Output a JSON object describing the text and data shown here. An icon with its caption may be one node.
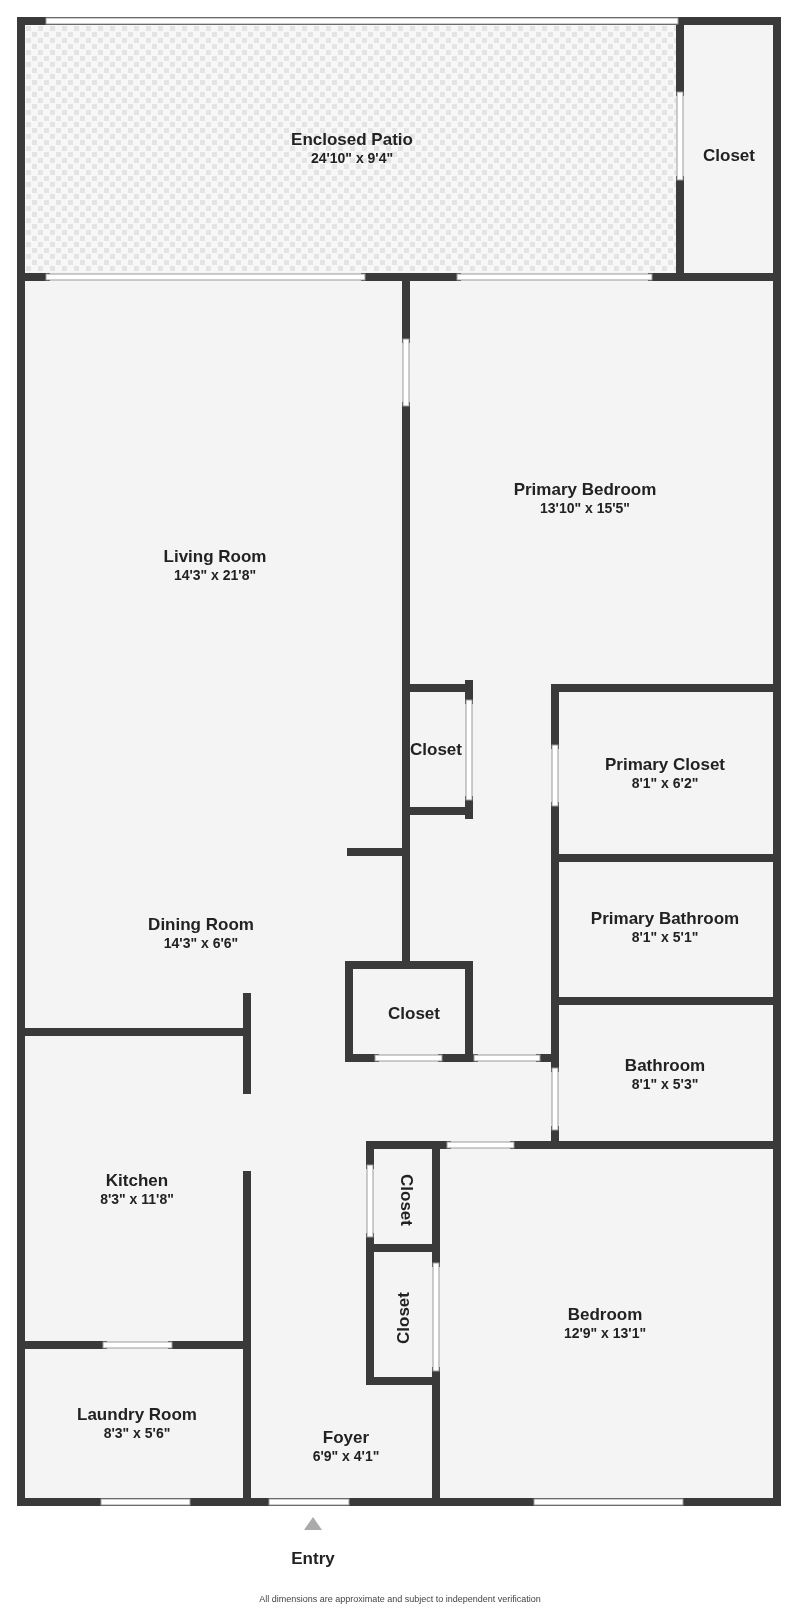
{
  "diagram": {
    "nodes": [
      {
        "text": [
          "Enclosed Patio",
          "24'10\" x 9'4\""
        ]
      },
      {
        "text": [
          "Closet"
        ]
      },
      {
        "text": [
          "Living Room",
          "14'3\" x 21'8\""
        ]
      },
      {
        "text": [
          "Primary Bedroom",
          "13'10\" x 15'5\""
        ]
      },
      {
        "text": [
          "Closet"
        ]
      },
      {
        "text": [
          "Primary Closet",
          "8'1\" x 6'2\""
        ]
      },
      {
        "text": [
          "Dining Room",
          "14'3\" x 6'6\""
        ]
      },
      {
        "text": [
          "Primary Bathroom",
          "8'1\" x 5'1\""
        ]
      },
      {
        "text": [
          "Closet"
        ]
      },
      {
        "text": [
          "Bathroom",
          "8'1\" x 5'3\""
        ]
      },
      {
        "text": [
          "Kitchen",
          "8'3\" x 11'8\""
        ]
      },
      {
        "text": [
          "Closet"
        ]
      },
      {
        "text": [
          "Bedroom",
          "12'9\" x 13'1\""
        ]
      },
      {
        "text": [
          "Closet"
        ]
      },
      {
        "text": [
          "Laundry Room",
          "8'3\" x 5'6\""
        ]
      },
      {
        "text": [
          "Foyer",
          "6'9\" x 4'1\""
        ]
      }
    ],
    "labels": [
      "Entry",
      "All dimensions are approximate and subject to independent verification"
    ]
  }
}
